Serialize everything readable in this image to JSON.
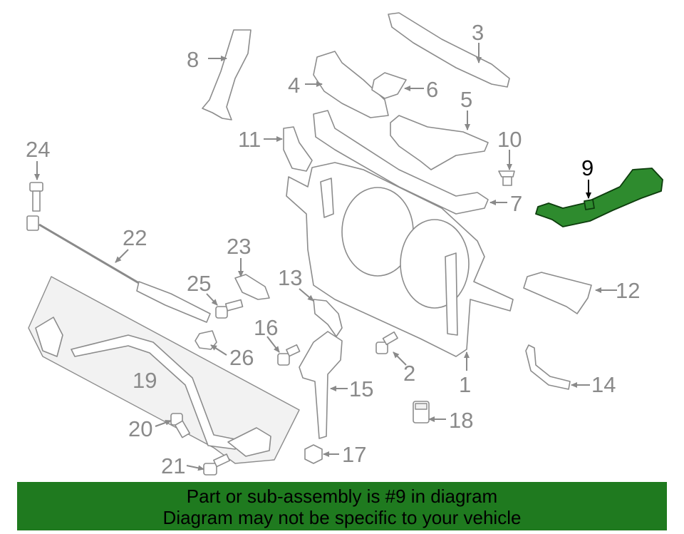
{
  "diagram": {
    "highlight_color": "#2e8b2e",
    "line_color": "#8c8c8c",
    "highlighted_part": "9",
    "callouts": [
      "1",
      "2",
      "3",
      "4",
      "5",
      "6",
      "7",
      "8",
      "9",
      "10",
      "11",
      "12",
      "13",
      "14",
      "15",
      "16",
      "17",
      "18",
      "19",
      "20",
      "21",
      "22",
      "23",
      "24",
      "25",
      "26"
    ]
  },
  "banner": {
    "background": "#1f7a1f",
    "line1": "Part or sub-assembly is #9 in diagram",
    "line2": "Diagram may not be specific to your vehicle"
  }
}
